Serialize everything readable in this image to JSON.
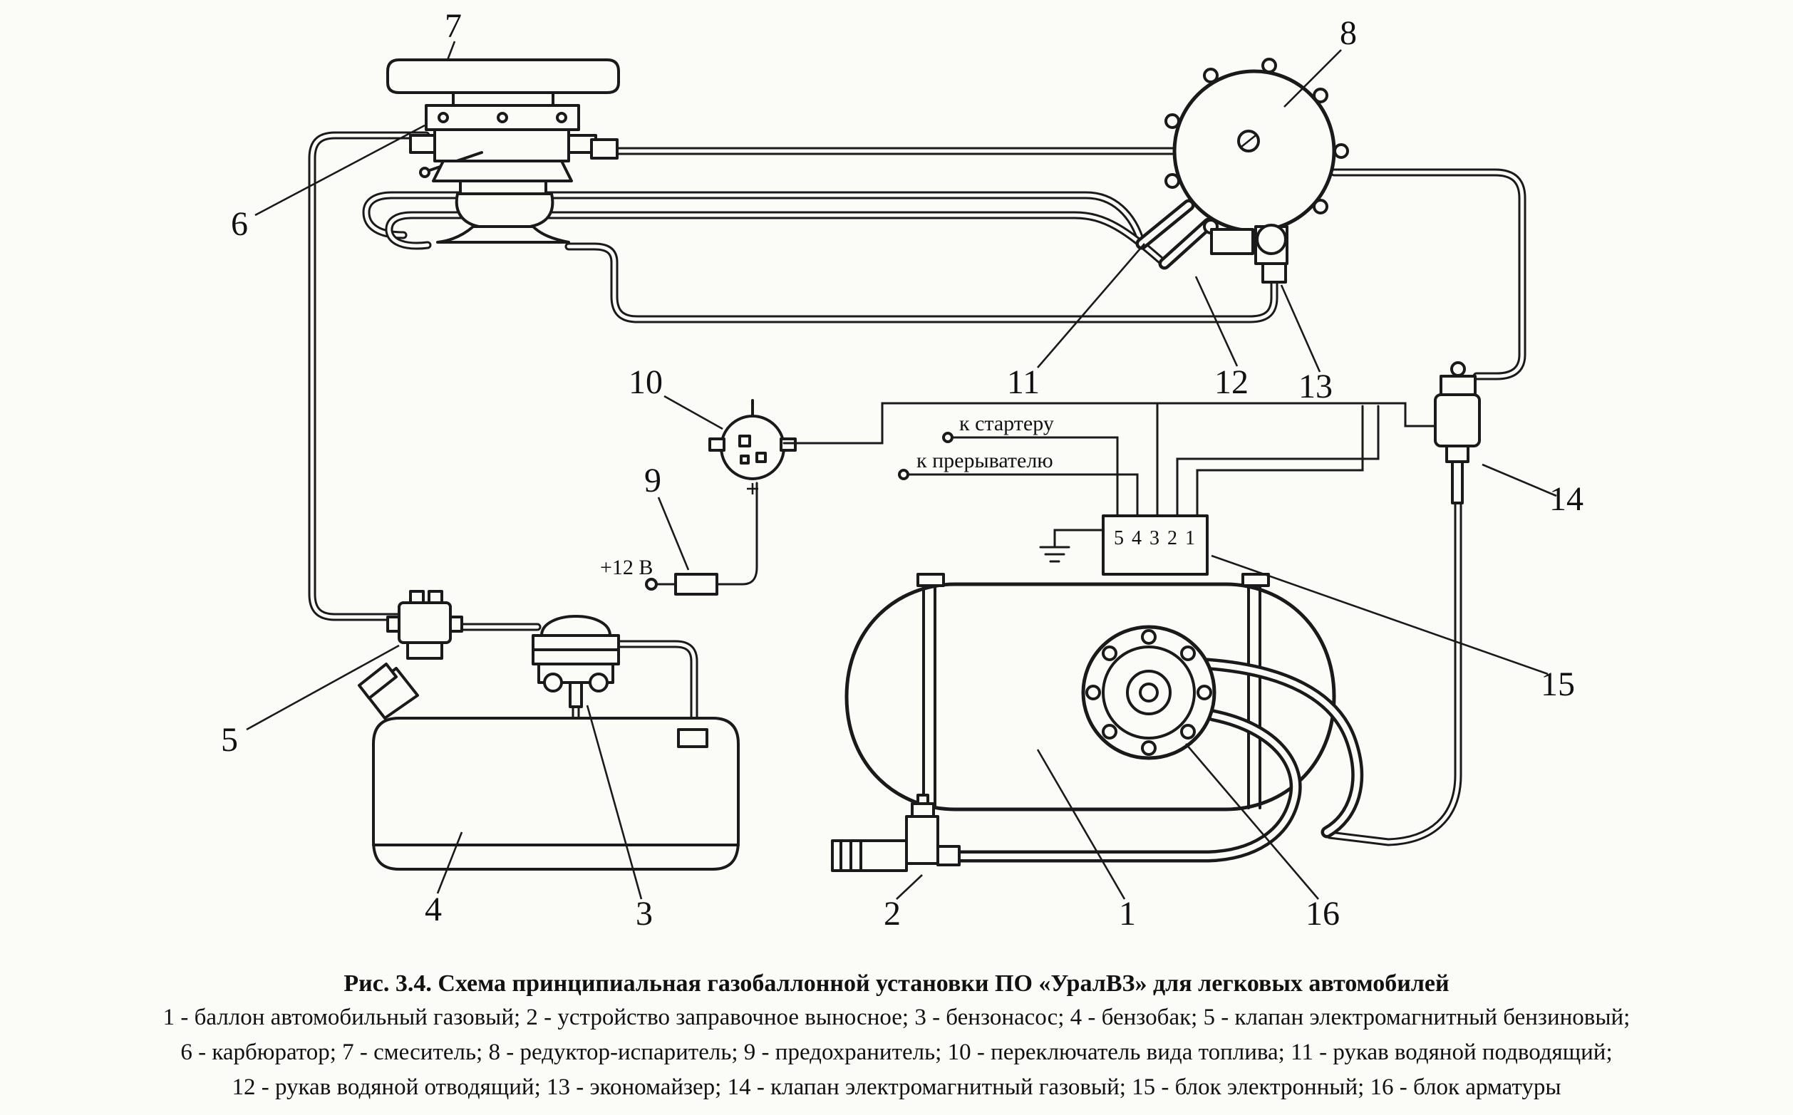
{
  "figure": {
    "caption_title": "Рис. 3.4. Схема принципиальная газобаллонной установки ПО «УралВЗ» для легковых автомобилей",
    "legend_lines": [
      "1 - баллон автомобильный газовый; 2 - устройство заправочное выносное; 3 - бензонасос; 4 - бензобак; 5 - клапан электромагнитный бензиновый;",
      "6 - карбюратор; 7 - смеситель; 8 - редуктор-испаритель; 9 - предохранитель; 10 - переключатель вида топлива; 11 - рукав водяной подводящий;",
      "12 - рукав водяной отводящий; 13 - экономайзер; 14 - клапан электромагнитный газовый; 15 - блок электронный; 16 - блок арматуры"
    ]
  },
  "diagram": {
    "callouts": {
      "c1": "1",
      "c2": "2",
      "c3": "3",
      "c4": "4",
      "c5": "5",
      "c6": "6",
      "c7": "7",
      "c8": "8",
      "c9": "9",
      "c10": "10",
      "c11": "11",
      "c12": "12",
      "c13": "13",
      "c14": "14",
      "c15": "15",
      "c16": "16"
    },
    "annotations": {
      "to_starter": "к стартеру",
      "to_breaker": "к прерывателю",
      "plus_12v": "+12 В",
      "block_pins": "5 4 3 2 1"
    }
  }
}
